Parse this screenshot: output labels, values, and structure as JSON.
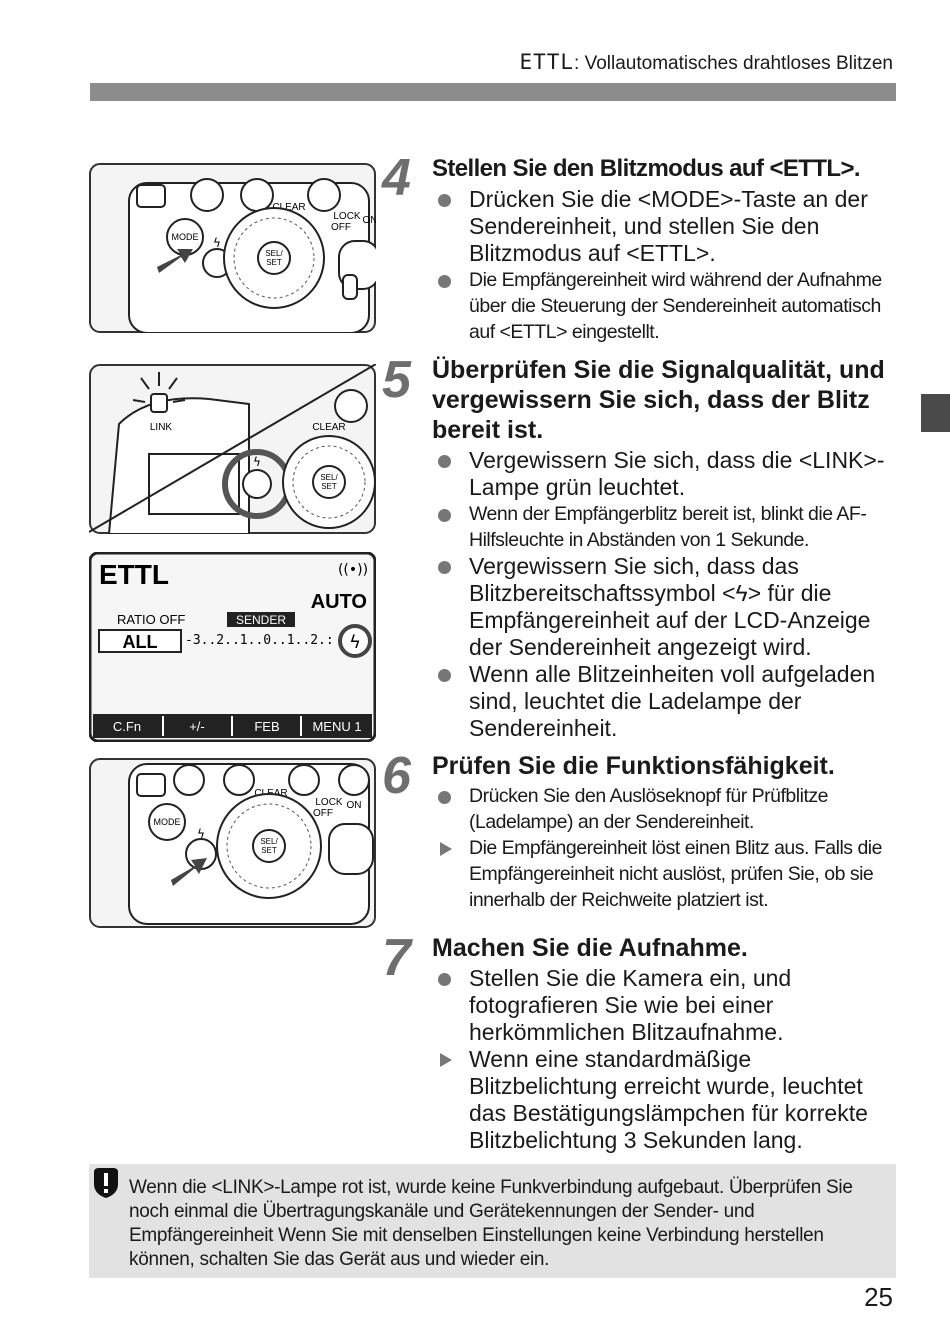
{
  "header": {
    "mode": "ETTL",
    "title": ": Vollautomatisches drahtloses Blitzen"
  },
  "steps": [
    {
      "number": "4",
      "heading": "Stellen Sie den Blitzmodus auf <ETTL>.",
      "bullets": [
        {
          "type": "dot",
          "text": "Drücken Sie die <MODE>-Taste an der Sendereinheit, und stellen Sie den Blitzmodus auf <ETTL>."
        },
        {
          "type": "dot",
          "size": "small",
          "text": "Die Empfängereinheit wird während der Aufnahme über die Steuerung der Sendereinheit automatisch auf <ETTL> eingestellt."
        }
      ]
    },
    {
      "number": "5",
      "heading": "Überprüfen Sie die Signalqualität, und vergewissern Sie sich, dass der Blitz bereit ist.",
      "bullets": [
        {
          "type": "dot",
          "text": "Vergewissern Sie sich, dass die <LINK>-Lampe grün leuchtet."
        },
        {
          "type": "dot",
          "size": "small",
          "text": "Wenn der Empfängerblitz bereit ist, blinkt die AF-Hilfsleuchte in Abständen von 1 Sekunde."
        },
        {
          "type": "dot",
          "text": "Vergewissern Sie sich, dass das Blitzbereitschaftssymbol <ϟ> für die Empfängereinheit auf der LCD-Anzeige der Sendereinheit angezeigt wird."
        },
        {
          "type": "dot",
          "text": "Wenn alle Blitzeinheiten voll aufgeladen sind, leuchtet die Ladelampe der Sendereinheit."
        }
      ]
    },
    {
      "number": "6",
      "heading": "Prüfen Sie die Funktionsfähigkeit.",
      "bullets": [
        {
          "type": "dot",
          "size": "small",
          "text": "Drücken Sie den Auslöseknopf für Prüfblitze (Ladelampe) an der Sendereinheit."
        },
        {
          "type": "arrow",
          "size": "small",
          "text": "Die Empfängereinheit löst einen Blitz aus. Falls die Empfängereinheit nicht auslöst, prüfen Sie, ob sie innerhalb der Reichweite platziert ist."
        }
      ]
    },
    {
      "number": "7",
      "heading": "Machen Sie die Aufnahme.",
      "bullets": [
        {
          "type": "dot",
          "text": "Stellen Sie die Kamera ein, und fotografieren Sie wie bei einer herkömmlichen Blitzaufnahme."
        },
        {
          "type": "arrow",
          "text": "Wenn eine standardmäßige Blitzbelichtung erreicht wurde, leuchtet das Bestätigungslämpchen für korrekte Blitzbelichtung 3 Sekunden lang."
        }
      ]
    }
  ],
  "figures": {
    "fig1": {
      "mode_btn": "MODE",
      "clear": "CLEAR",
      "lock": "LOCK",
      "off": "OFF",
      "on": "ON",
      "selset": [
        "SEL/",
        "SET"
      ]
    },
    "fig2": {
      "link": "LINK",
      "clear": "CLEAR",
      "selset": [
        "SEL/",
        "SET"
      ]
    },
    "lcd": {
      "mode": "ETTL",
      "auto": "AUTO",
      "ratio": "RATIO OFF",
      "sender": "SENDER",
      "group": "ALL",
      "scale": "-3..2..1..0..1..2.:",
      "menu": [
        "C.Fn",
        "+/-",
        "FEB",
        "MENU 1"
      ]
    },
    "fig3": {
      "mode_btn": "MODE",
      "clear": "CLEAR",
      "lock": "LOCK",
      "off": "OFF",
      "on": "ON",
      "selset": [
        "SEL/",
        "SET"
      ]
    }
  },
  "notice": {
    "text": "Wenn die <LINK>-Lampe rot ist, wurde keine Funkverbindung aufgebaut. Überprüfen Sie noch einmal die Übertragungskanäle und Gerätekennungen der Sender- und Empfängereinheit Wenn Sie mit denselben Einstellungen keine Verbindung herstellen können, schalten Sie das Gerät aus und wieder ein."
  },
  "page_number": "25"
}
